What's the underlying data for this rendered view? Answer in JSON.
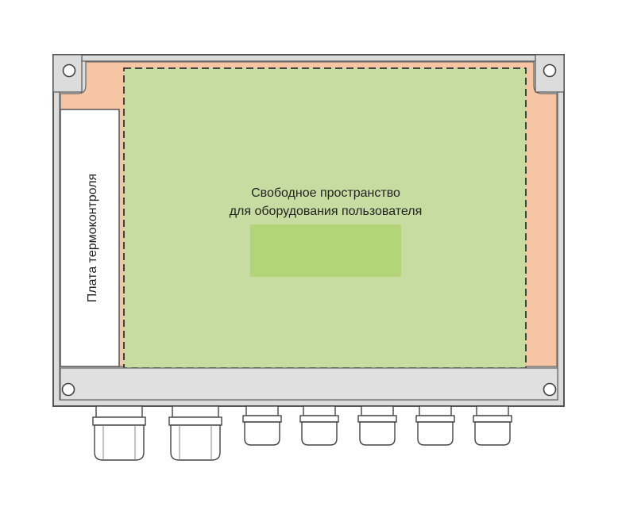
{
  "labels": {
    "free_space_line1": "Свободное пространство",
    "free_space_line2": "для оборудования пользователя",
    "board_label": "Плата термоконтроля"
  },
  "colors": {
    "enclosure_fill": "#dcdcdc",
    "enclosure_stroke": "#555555",
    "peach_area": "#f6c6a4",
    "free_space_fill": "#c7dca0",
    "free_space_highlight": "#b4d47a",
    "board_fill": "#ffffff",
    "bottom_rail_fill": "#e0e0e0",
    "cable_gland_fill": "#ffffff"
  },
  "icons": {
    "mounting_holes": "mounting-hole-icon",
    "cable_glands": "cable-gland-icon"
  }
}
